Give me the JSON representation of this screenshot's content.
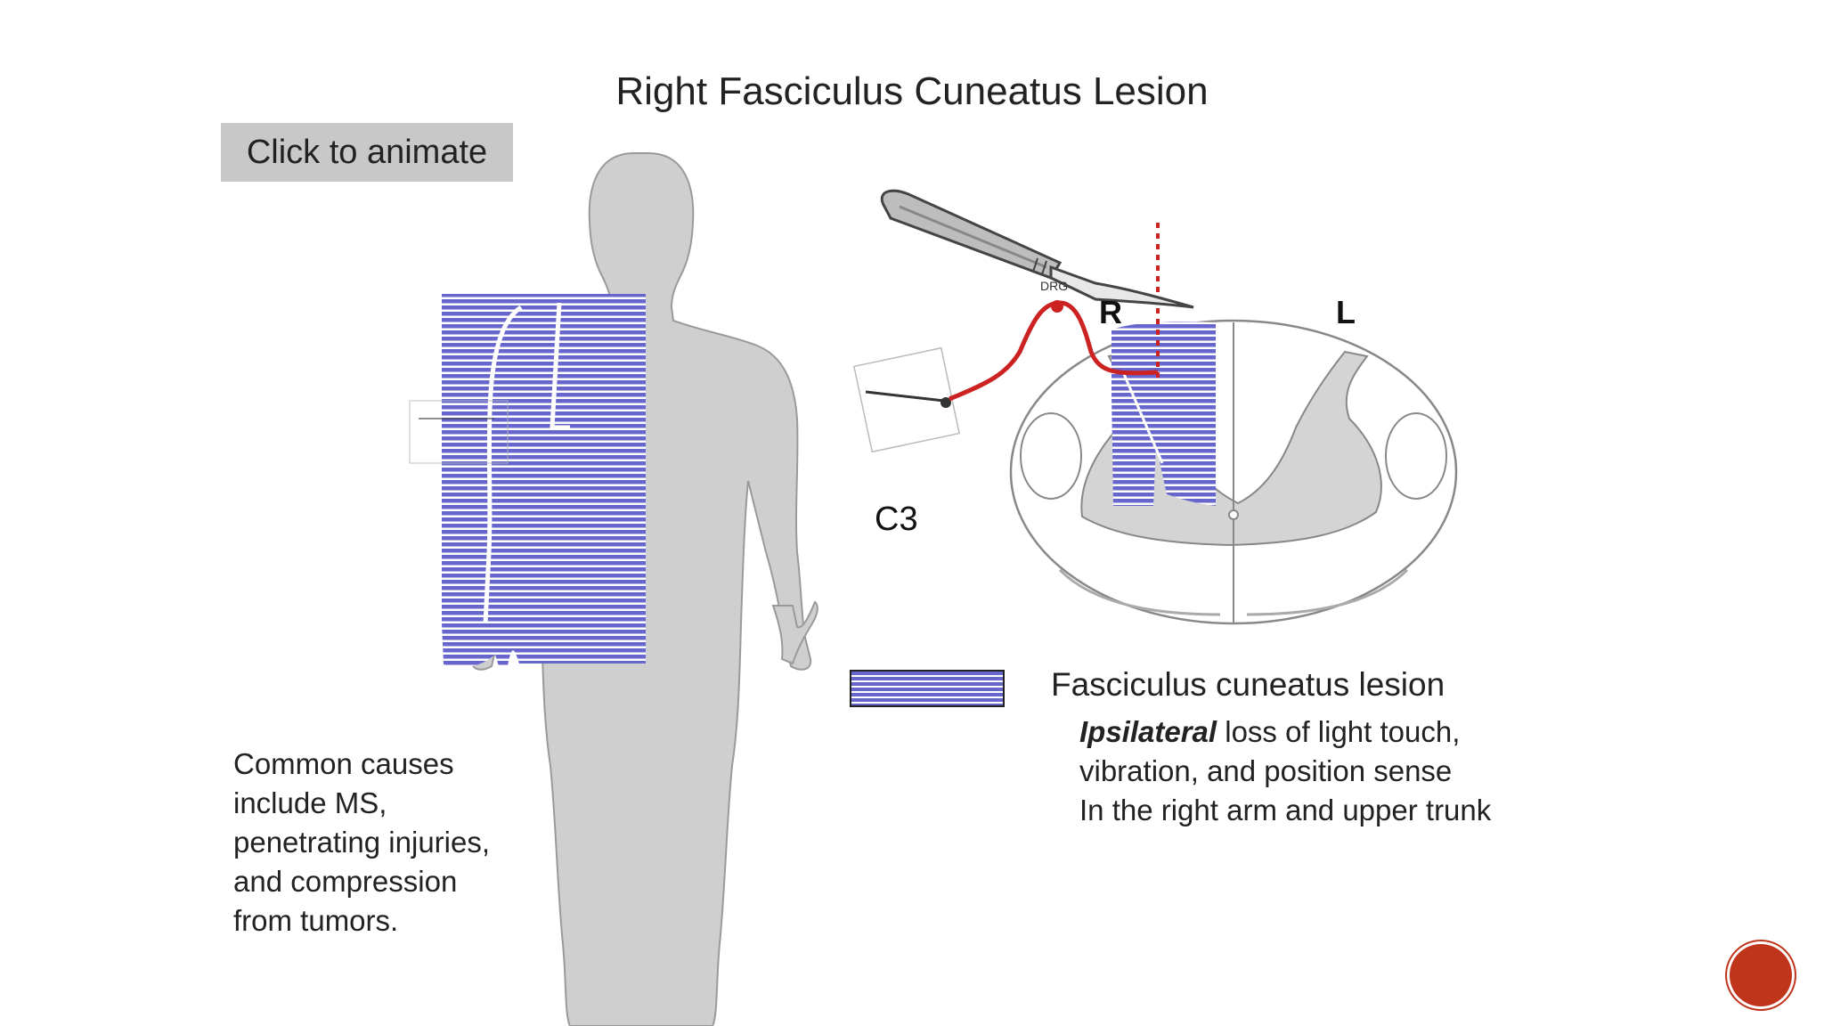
{
  "slide": {
    "title": "Right Fasciculus Cuneatus  Lesion",
    "animate_button": "Click to animate",
    "causes": [
      "Common causes",
      "include MS,",
      "penetrating injuries,",
      "and compression",
      "from tumors."
    ]
  },
  "diagram": {
    "dermatome_label": "C3",
    "side_right": "R",
    "side_left": "L",
    "ganglion_label": "DRG"
  },
  "legend": {
    "title": "Fasciculus cuneatus lesion",
    "line1_emphasis": "Ipsilateral",
    "line1_rest": " loss of light touch,",
    "line2": "vibration, and position sense",
    "line3": "In the right arm and upper trunk"
  },
  "colors": {
    "lesion_hatch": "#6666cc",
    "body_gray": "#cfcfcf",
    "gray_matter": "#d4d4d4",
    "nerve_red": "#cc2222",
    "nav_button": "#c0341c"
  },
  "icons": {
    "scalpel": "scalpel-icon",
    "nav": "next-slide-icon"
  }
}
